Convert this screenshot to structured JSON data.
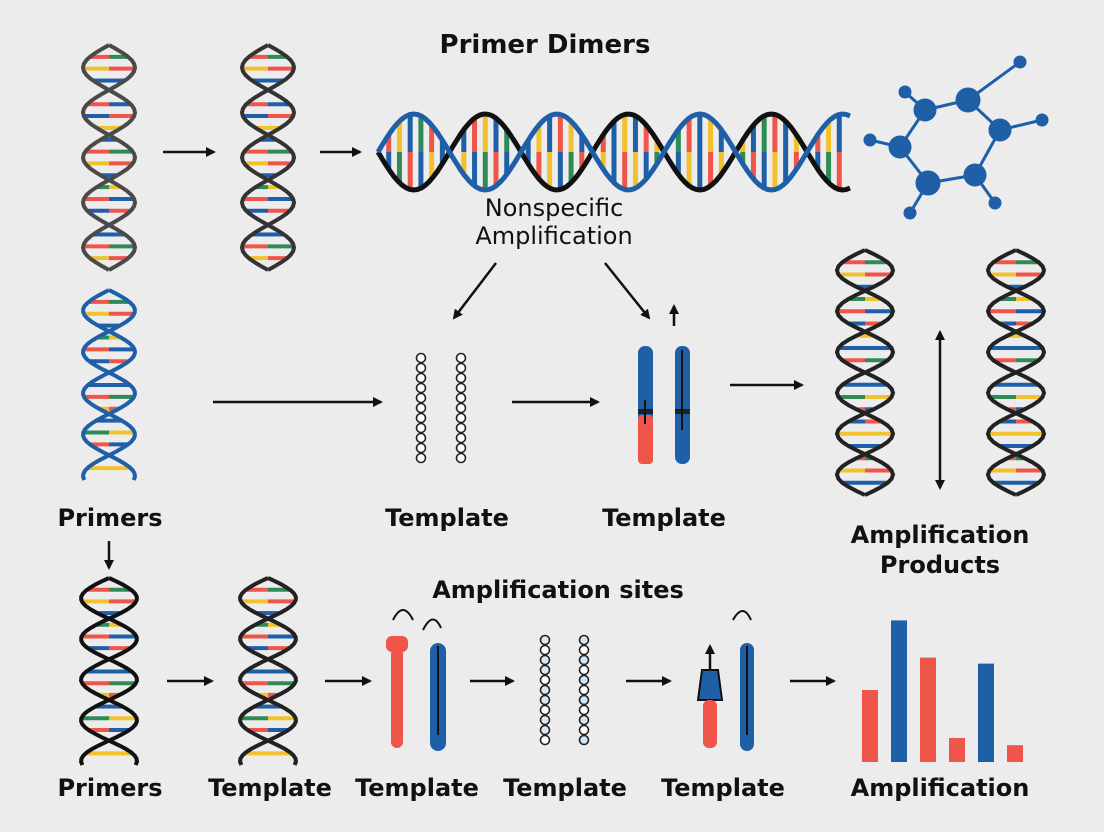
{
  "title": "Primer Dimers",
  "nonspecific": {
    "line1": "Nonspecific",
    "line2": "Amplification"
  },
  "labels": {
    "primers_mid": "Primers",
    "template_mid_1": "Template",
    "template_mid_2": "Template",
    "products_line1": "Amplification",
    "products_line2": "Products",
    "sites": "Amplification sites",
    "bottom": [
      "Primers",
      "Template",
      "Template",
      "Template",
      "Template",
      "Amplification"
    ]
  },
  "chart_data": {
    "type": "bar",
    "categories": [
      "",
      "",
      "",
      "",
      "",
      ""
    ],
    "values": [
      60,
      118,
      87,
      20,
      82,
      14
    ],
    "colors": [
      "#f0554a",
      "#1f5fa8",
      "#f0554a",
      "#f0554a",
      "#1f5fa8",
      "#f0554a"
    ],
    "ylim": [
      0,
      125
    ],
    "title": "",
    "xlabel": "",
    "ylabel": ""
  },
  "colors": {
    "blue": "#1f5fa8",
    "red": "#f0554a",
    "yellow": "#f2c12e",
    "green": "#2e8b57",
    "dark": "#1a1a1a"
  }
}
